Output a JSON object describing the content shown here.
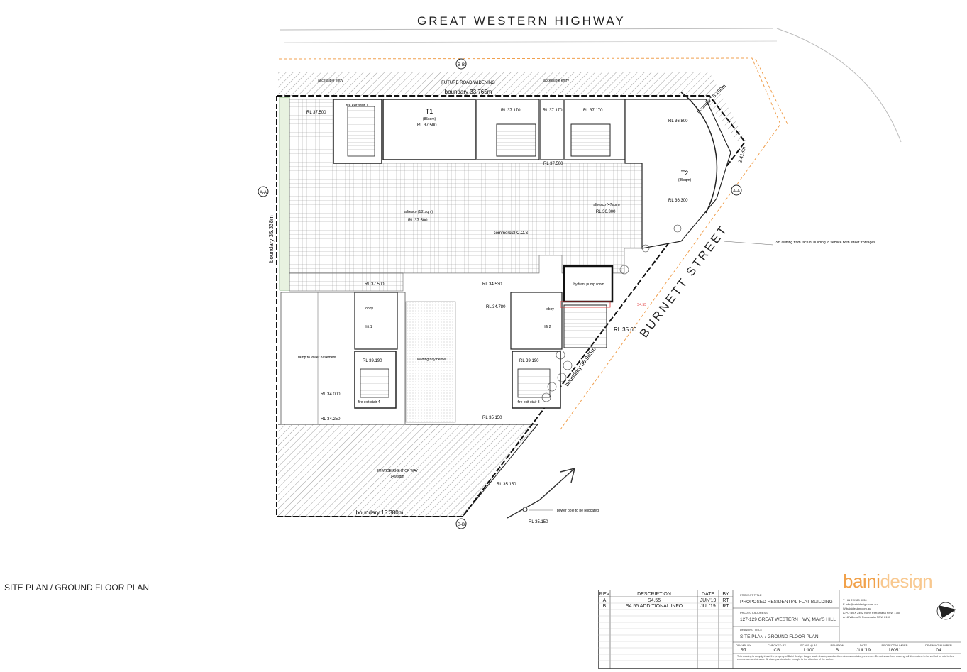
{
  "streets": {
    "highway": "GREAT WESTERN HIGHWAY",
    "burnett": "BURNETT STREET"
  },
  "drawing_title": "SITE PLAN / GROUND FLOOR PLAN",
  "sections": {
    "bb": "B-B",
    "aa": "A-A"
  },
  "boundaries": {
    "north": "boundary 33.765m",
    "west": "boundary 35.338m",
    "south": "boundary 15.380m",
    "east": "boundary 36.985m",
    "ne": "boundary 8.180m",
    "corner": "2.413m"
  },
  "labels": {
    "future_road": "FUTURE ROAD WIDENING",
    "access1": "accessible entry",
    "access2": "accessible entry",
    "t1": "T1",
    "t1_area": "(85sqm)",
    "t2": "T2",
    "t2_area": "(85sqm)",
    "alfresco1": "alfresco (181sqm)",
    "alfresco2": "alfresco (47sqm)",
    "commercial": "commercial C.O.S",
    "fire1": "fire exit stair 1",
    "fire3": "fire exit stair 3",
    "fire4": "fire exit stair 4",
    "lobby1": "lobby",
    "lobby2": "lobby",
    "lift1": "lift 1",
    "lift2": "lift 2",
    "hydrant": "hydrant pump room",
    "ramp": "ramp to lower basement",
    "loading": "loading bay below",
    "row": "9M WIDE RIGHT OF WAY",
    "row_area": "149 sqm",
    "awning": "3m awning from face of building to service both street frontages",
    "power": "power pole to be relocated",
    "rl3560": "RL 35.60",
    "s455": "S4.55"
  },
  "levels": [
    "RL 37.500",
    "RL 37.170",
    "RL 37.170",
    "RL 37.170",
    "RL 36.800",
    "RL 37.500",
    "RL 37.500",
    "RL 36.300",
    "RL 36.300",
    "RL 37.500",
    "RL 37.500",
    "RL 34.530",
    "RL 34.780",
    "RL 39.190",
    "RL 39.190",
    "RL 34.000",
    "RL 34.250",
    "RL 35.150",
    "RL 35.150",
    "RL 35.150"
  ],
  "logo": {
    "part1": "baini",
    "part2": "design"
  },
  "title_block": {
    "rev_header": "REV",
    "desc_header": "DESCRIPTION",
    "date_header": "DATE",
    "by_header": "BY",
    "revisions": [
      {
        "rev": "A",
        "desc": "S4.55",
        "date": "JUN'19",
        "by": "RT"
      },
      {
        "rev": "B",
        "desc": "S4.55 ADDITIONAL INFO",
        "date": "JUL'19",
        "by": "RT"
      }
    ],
    "project_title_label": "PROJECT TITLE",
    "project_title": "PROPOSED RESIDENTIAL FLAT BUILDING",
    "project_address_label": "PROJECT ADDRESS",
    "project_address": "127-129 GREAT WESTERN HWY, MAYS HILL",
    "drawing_title_label": "DRAWING TITLE",
    "drawing_title": "SITE PLAN / GROUND FLOOR PLAN",
    "fields": [
      {
        "label": "DRAWN BY",
        "value": "RT"
      },
      {
        "label": "CHECKED BY",
        "value": "CB"
      },
      {
        "label": "SCALE @ A1",
        "value": "1:100"
      },
      {
        "label": "REVISION",
        "value": "B"
      },
      {
        "label": "DATE",
        "value": "JUL'19"
      },
      {
        "label": "PROJECT NUMBER",
        "value": "18051"
      },
      {
        "label": "DRAWING NUMBER",
        "value": "04"
      }
    ],
    "contact": [
      "T +61 2 9188 8030",
      "E info@bainidesign.com.au",
      "W bainidesign.com.au",
      "A PO BOX 2402 North Parramatta NSW 1750",
      "A 18 Villiers St Parramatta NSW 2150"
    ],
    "copyright": "This drawing is copyright and the property of Baini Design. Larger scale drawings and written dimensions take preference. Do not scale from drawing. All dimensions to be verified on site before commencement of work. All discrepancies to be brought to the attention of the author."
  }
}
